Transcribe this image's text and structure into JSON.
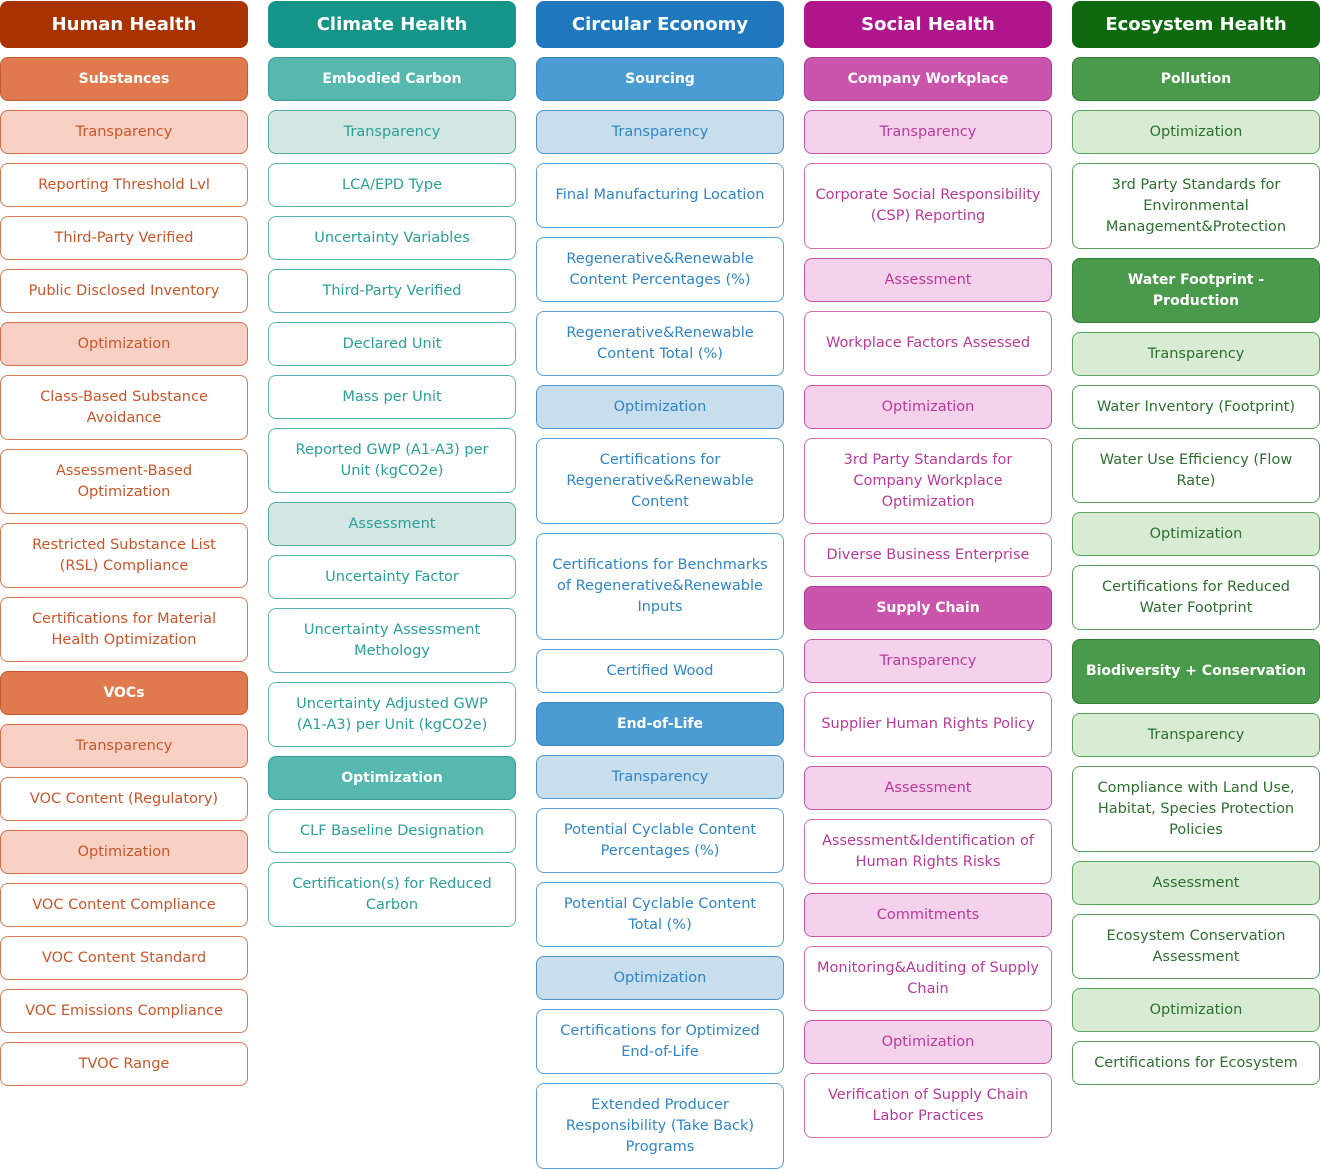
{
  "columns": [
    {
      "title": "Human Health",
      "colors": {
        "header": "#a83200",
        "l2": "#e0794d",
        "l2_border": "#c55a2e",
        "l3_bg": "#f8d0c4",
        "l3_border": "#d2704c",
        "text": "#c8562a",
        "l4_border": "#d27b56"
      },
      "items": [
        {
          "level": 2,
          "label": "Substances",
          "lines": 1
        },
        {
          "level": 3,
          "label": "Transparency",
          "lines": 1
        },
        {
          "level": 4,
          "label": "Reporting Threshold Lvl",
          "lines": 1
        },
        {
          "level": 4,
          "label": "Third-Party Verified",
          "lines": 1
        },
        {
          "level": 4,
          "label": "Public Disclosed Inventory",
          "lines": 1
        },
        {
          "level": 3,
          "label": "Optimization",
          "lines": 1
        },
        {
          "level": 4,
          "label": "Class-Based Substance Avoidance",
          "lines": 2
        },
        {
          "level": 4,
          "label": "Assessment-Based Optimization",
          "lines": 2
        },
        {
          "level": 4,
          "label": "Restricted Substance List (RSL) Compliance",
          "lines": 2
        },
        {
          "level": 4,
          "label": "Certifications for Material Health Optimization",
          "lines": 2
        },
        {
          "level": 2,
          "label": "VOCs",
          "lines": 1
        },
        {
          "level": 3,
          "label": "Transparency",
          "lines": 1
        },
        {
          "level": 4,
          "label": "VOC Content (Regulatory)",
          "lines": 1
        },
        {
          "level": 3,
          "label": "Optimization",
          "lines": 1
        },
        {
          "level": 4,
          "label": "VOC Content Compliance",
          "lines": 1
        },
        {
          "level": 4,
          "label": "VOC Content Standard",
          "lines": 1
        },
        {
          "level": 4,
          "label": "VOC Emissions Compliance",
          "lines": 1
        },
        {
          "level": 4,
          "label": "TVOC Range",
          "lines": 1
        }
      ]
    },
    {
      "title": "Climate Health",
      "colors": {
        "header": "#15958a",
        "l2": "#57b8b0",
        "l2_border": "#3a9d95",
        "l3_bg": "#d2e6e3",
        "l3_border": "#55aaa3",
        "text": "#2aa097",
        "l4_border": "#5ab4ad"
      },
      "items": [
        {
          "level": 2,
          "label": "Embodied Carbon",
          "lines": 1
        },
        {
          "level": 3,
          "label": "Transparency",
          "lines": 1
        },
        {
          "level": 4,
          "label": "LCA/EPD Type",
          "lines": 1
        },
        {
          "level": 4,
          "label": "Uncertainty Variables",
          "lines": 1
        },
        {
          "level": 4,
          "label": "Third-Party Verified",
          "lines": 1
        },
        {
          "level": 4,
          "label": "Declared Unit",
          "lines": 1
        },
        {
          "level": 4,
          "label": "Mass per Unit",
          "lines": 1
        },
        {
          "level": 4,
          "label": "Reported GWP (A1-A3) per Unit (kgCO2e)",
          "lines": 2
        },
        {
          "level": 3,
          "label": "Assessment",
          "lines": 1
        },
        {
          "level": 4,
          "label": "Uncertainty Factor",
          "lines": 1
        },
        {
          "level": 4,
          "label": "Uncertainty Assessment Methology",
          "lines": 2
        },
        {
          "level": 4,
          "label": "Uncertainty Adjusted GWP (A1-A3) per Unit (kgCO2e)",
          "lines": 2
        },
        {
          "level": 2,
          "label": "Optimization",
          "lines": 1
        },
        {
          "level": 4,
          "label": "CLF Baseline Designation",
          "lines": 1
        },
        {
          "level": 4,
          "label": "Certification(s) for Reduced Carbon",
          "lines": 2
        }
      ]
    },
    {
      "title": "Circular Economy",
      "colors": {
        "header": "#1f78bd",
        "l2": "#4b9cd3",
        "l2_border": "#3485c0",
        "l3_bg": "#c9deed",
        "l3_border": "#4d96cc",
        "text": "#2f86c6",
        "l4_border": "#5aa0d4"
      },
      "items": [
        {
          "level": 2,
          "label": "Sourcing",
          "lines": 1
        },
        {
          "level": 3,
          "label": "Transparency",
          "lines": 1
        },
        {
          "level": 4,
          "label": "Final Manufacturing Location",
          "lines": 2
        },
        {
          "level": 4,
          "label": "Regenerative&Renewable Content Percentages (%)",
          "lines": 2
        },
        {
          "level": 4,
          "label": "Regenerative&Renewable Content Total (%)",
          "lines": 2
        },
        {
          "level": 3,
          "label": "Optimization",
          "lines": 1
        },
        {
          "level": 4,
          "label": "Certifications for Regenerative&Renewable Content",
          "lines": 3
        },
        {
          "level": 4,
          "label": "Certifications for Benchmarks of Regenerative&Renewable Inputs",
          "lines": 4
        },
        {
          "level": 4,
          "label": "Certified Wood",
          "lines": 1
        },
        {
          "level": 2,
          "label": "End-of-Life",
          "lines": 1
        },
        {
          "level": 3,
          "label": "Transparency",
          "lines": 1
        },
        {
          "level": 4,
          "label": "Potential Cyclable Content Percentages (%)",
          "lines": 2
        },
        {
          "level": 4,
          "label": "Potential Cyclable Content Total (%)",
          "lines": 2
        },
        {
          "level": 3,
          "label": "Optimization",
          "lines": 1
        },
        {
          "level": 4,
          "label": "Certifications for Optimized End-of-Life",
          "lines": 2
        },
        {
          "level": 4,
          "label": "Extended Producer Responsibility (Take Back) Programs",
          "lines": 3
        }
      ]
    },
    {
      "title": "Social Health",
      "colors": {
        "header": "#b0168b",
        "l2": "#c955ad",
        "l2_border": "#b03d95",
        "l3_bg": "#f5d2ec",
        "l3_border": "#c455a9",
        "text": "#b93a9b",
        "l4_border": "#cf6fb8"
      },
      "items": [
        {
          "level": 2,
          "label": "Company Workplace",
          "lines": 1
        },
        {
          "level": 3,
          "label": "Transparency",
          "lines": 1
        },
        {
          "level": 4,
          "label": "Corporate Social Responsibility (CSP) Reporting",
          "lines": 3
        },
        {
          "level": 3,
          "label": "Assessment",
          "lines": 1
        },
        {
          "level": 4,
          "label": "Workplace Factors Assessed",
          "lines": 2
        },
        {
          "level": 3,
          "label": "Optimization",
          "lines": 1
        },
        {
          "level": 4,
          "label": "3rd Party Standards for Company Workplace Optimization",
          "lines": 3
        },
        {
          "level": 4,
          "label": "Diverse Business Enterprise",
          "lines": 1
        },
        {
          "level": 2,
          "label": "Supply Chain",
          "lines": 1
        },
        {
          "level": 3,
          "label": "Transparency",
          "lines": 1
        },
        {
          "level": 4,
          "label": "Supplier Human Rights Policy",
          "lines": 2
        },
        {
          "level": 3,
          "label": "Assessment",
          "lines": 1
        },
        {
          "level": 4,
          "label": "Assessment&Identification of Human Rights Risks",
          "lines": 2
        },
        {
          "level": 3,
          "label": "Commitments",
          "lines": 1
        },
        {
          "level": 4,
          "label": "Monitoring&Auditing of Supply Chain",
          "lines": 2
        },
        {
          "level": 3,
          "label": "Optimization",
          "lines": 1
        },
        {
          "level": 4,
          "label": "Verification of Supply Chain Labor Practices",
          "lines": 2
        }
      ]
    },
    {
      "title": "Ecosystem Health",
      "colors": {
        "header": "#0f6a0f",
        "l2": "#4a9a4c",
        "l2_border": "#347f36",
        "l3_bg": "#d7ecd3",
        "l3_border": "#5aa55b",
        "text": "#2d6f2f",
        "l4_border": "#5aa05b"
      },
      "items": [
        {
          "level": 2,
          "label": "Pollution",
          "lines": 1
        },
        {
          "level": 3,
          "label": "Optimization",
          "lines": 1
        },
        {
          "level": 4,
          "label": "3rd Party Standards for Environmental Management&Protection",
          "lines": 3
        },
        {
          "level": 2,
          "label": "Water Footprint - Production",
          "lines": 2
        },
        {
          "level": 3,
          "label": "Transparency",
          "lines": 1
        },
        {
          "level": 4,
          "label": "Water Inventory (Footprint)",
          "lines": 1
        },
        {
          "level": 4,
          "label": "Water Use Efficiency (Flow Rate)",
          "lines": 2
        },
        {
          "level": 3,
          "label": "Optimization",
          "lines": 1
        },
        {
          "level": 4,
          "label": "Certifications for Reduced Water Footprint",
          "lines": 2
        },
        {
          "level": 2,
          "label": "Biodiversity + Conservation",
          "lines": 2
        },
        {
          "level": 3,
          "label": "Transparency",
          "lines": 1
        },
        {
          "level": 4,
          "label": "Compliance with Land Use, Habitat, Species Protection Policies",
          "lines": 3
        },
        {
          "level": 3,
          "label": "Assessment",
          "lines": 1
        },
        {
          "level": 4,
          "label": "Ecosystem Conservation Assessment",
          "lines": 2
        },
        {
          "level": 3,
          "label": "Optimization",
          "lines": 1
        },
        {
          "level": 4,
          "label": "Certifications for Ecosystem",
          "lines": 1
        }
      ]
    }
  ]
}
